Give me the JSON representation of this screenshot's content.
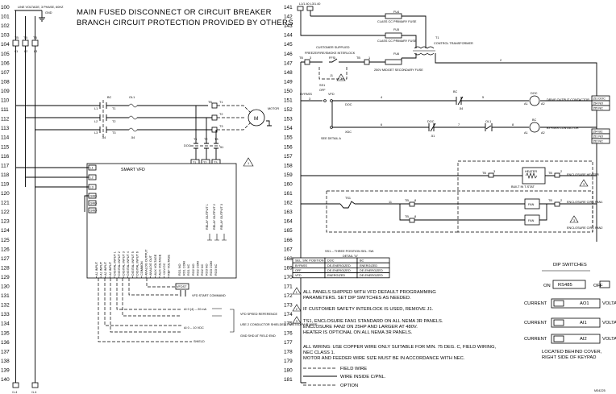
{
  "header": {
    "line1": "MAIN FUSED DISCONNECT OR CIRCUIT BREAKER",
    "line2": "BRANCH CIRCUIT PROTECTION PROVIDED BY OTHERS"
  },
  "left_rungs": [
    "100",
    "101",
    "102",
    "103",
    "104",
    "105",
    "106",
    "107",
    "108",
    "109",
    "110",
    "111",
    "112",
    "113",
    "114",
    "115",
    "116",
    "117",
    "118",
    "119",
    "120",
    "121",
    "122",
    "123",
    "124",
    "125",
    "126",
    "127",
    "128",
    "129",
    "130",
    "131",
    "132",
    "133",
    "134",
    "135",
    "136",
    "137",
    "138",
    "139",
    "140"
  ],
  "right_rungs": [
    "141",
    "142",
    "143",
    "144",
    "145",
    "146",
    "147",
    "148",
    "149",
    "150",
    "151",
    "152",
    "153",
    "154",
    "155",
    "156",
    "157",
    "158",
    "159",
    "160",
    "161",
    "162",
    "163",
    "164",
    "165",
    "166",
    "167",
    "168",
    "169",
    "170",
    "171",
    "172",
    "173",
    "174",
    "175",
    "176",
    "177",
    "178",
    "179",
    "180",
    "181"
  ],
  "supply": {
    "label": "LINE VOLTAGE, 3 PHASE, 60HZ",
    "gnd": "GND"
  },
  "left_labels": {
    "tb": "TB",
    "l1": "L1",
    "l2": "L2",
    "l3": "L3",
    "t1": "T1",
    "t2": "T2",
    "t3": "T3",
    "bc": "BC",
    "ol1": "OL1",
    "doc": "DOC",
    "c5": ".5",
    "c51": ".51",
    "c54": ".54",
    "motor": "M",
    "motor_tag": "MOTOR",
    "vfd_title": "SMART VFD",
    "vfd_terminals": [
      "L1",
      "L2",
      "L3",
      "GND",
      "GND",
      "GND"
    ],
    "vfd_out": [
      "T1",
      "T2",
      "T3"
    ],
    "relay_out": [
      "RELAY OUTPUT 1",
      "RELAY OUTPUT 2",
      "RELAY OUTPUT 3"
    ],
    "vfd_io": [
      "A1 INPUT",
      "A1 INPUT",
      "A2 INPUT",
      "A2 INPUT",
      "DIGITAL INPUT 1",
      "DIGITAL INPUT 2",
      "DIGITAL INPUT 3",
      "DIGITAL INPUT 4",
      "DIGITAL INPUT 5",
      "DIGITAL INPUT 6",
      "COMMON",
      "ANALOG OUTPUT",
      "ANALOG OUT",
      "AUX VOLTAGE",
      "AUX VOLTAGE",
      "+24V DC",
      "REF VOLTAGE"
    ],
    "relay_terms": [
      "RO1 NO",
      "RO1 COM",
      "RO1 NC",
      "RO2 NO",
      "RO2 COM",
      "RO2 NC",
      "RO3 NO",
      "RO3 COM",
      "RO3 NC"
    ],
    "vfd_start": "VFDST",
    "start_cmd": "VFD START COMMAND",
    "speed_ref": "VFD SPEED REFERENCE",
    "ai_ma": "AI 0 (4) -- 20 mA",
    "ai_vdc": "AI 0 -- 10 VDC",
    "shield_wire": "USE 2 CONDUCTOR SHIELDED TWISTED PAIR WIRE",
    "shield": "SHIELD",
    "gnd_shd": "GND SHD AT FIELD END",
    "l1_bottom": "L1",
    "l3_bottom": "L3",
    "bot_l1": "/1.4",
    "bot_l3": "/1.4"
  },
  "right_labels": {
    "top": "L1/1.40  L3/1.40",
    "fu4": "FU4",
    "fu4_d": "CLASS CC PRIMARY FUSE",
    "fu5": "FU5",
    "fu5_d": "CLASS CC PRIMARY FUSE",
    "t1": "T1",
    "t1_d": "CONTROL TRANSFORMER",
    "cust": "CUSTOMER SUPPLIED",
    "freeze": "FREEZE/FIRE/SMOKE INTERLOCK",
    "ffsi": "FFSI",
    "fu6": "FU6",
    "fu6_d": "250V MIDGET SECONDARY FUSE",
    "tb": "TB",
    "n3": "3",
    "n1": "1",
    "n2": "2",
    "j1": "J1",
    "ss1": "SS1",
    "off": "OFF",
    "bypass": "BYPASS",
    "vfd": "VFD",
    "doc": "DOC",
    "xdc": "XDC",
    "bc": "BC",
    "ol1": "OL1",
    "see_detail": "SEE DETAIL A",
    "drive_out": "DRIVE OUTPUT CONTACTOR",
    "bypass_c": "BYPASS CONTACTOR",
    "w4": "4",
    "w5": "5",
    "w6": "6",
    "w7": "7",
    "w8": "8",
    "a1": "A1",
    "a2": "A2",
    "tb1": "TB",
    "tb2": "TB",
    "heater": "HEATER",
    "heater_d": "BUILT IN T-STAT",
    "enc_heater": "ENCLOSURE HEATER",
    "ts1": "TS1",
    "w11": "11",
    "fan": "FAN",
    "fan1": "ENCLOSURE CIRC FAN1",
    "fan2": "ENCLOSURE CIRC FAN2",
    "tb8": "8",
    "tb7": "7",
    "tb9": "9"
  },
  "small_tables": [
    {
      "rows": [
        "151 DOC",
        "154 NO",
        "155 NC"
      ]
    },
    {
      "rows": [
        "154 BC",
        "151 NO",
        "152 NC"
      ]
    }
  ],
  "detail": {
    "title": "SS1 -- THREE POSITION SEL. SW.",
    "subtitle": "DETAIL \"A\"",
    "headers": [
      "SEL. SW. POSITION",
      "DOC",
      "BC"
    ],
    "rows": [
      [
        "BYPASS",
        "DE-ENERGIZED",
        "ENERGIZED"
      ],
      [
        "OFF",
        "DE-ENERGIZED",
        "DE-ENERGIZED"
      ],
      [
        "VFD",
        "ENERGIZED",
        "DE-ENERGIZED"
      ]
    ]
  },
  "notes": [
    {
      "num": "1",
      "text": "ALL PANELS SHIPPED WITH VFD DEFAULT PROGRAMMING PARAMETERS. SET DIP SWITCHES AS NEEDED."
    },
    {
      "num": "2",
      "text": "IF CUSTOMER SAFETY INTERLOCK IS USED, REMOVE J1."
    },
    {
      "num": "3",
      "text": "TS1, ENCLOSURE FAN1 STANDARD ON ALL NEMA 3R PANELS. ENCLOSURE FAN2 ON 25HP AND LARGER AT 480V. HEATER IS OPTIONAL ON ALL NEMA 3R PANELS."
    },
    {
      "num": "",
      "text": "ALL WIRING: USE COPPER WIRE ONLY SUITABLE FOR MIN. 75 DEG. C, FIELD WIRING, NEC CLASS 1. MOTOR AND FEEDER WIRE SIZE MUST BE IN ACCORDANCE WITH NEC."
    }
  ],
  "note_lines": [
    "ALL PANELS SHIPPED WITH VFD DEFAULT PROGRAMMING",
    "PARAMETERS. SET DIP SWITCHES AS NEEDED.",
    "IF CUSTOMER SAFETY INTERLOCK IS USED, REMOVE J1.",
    "TS1, ENCLOSURE FAN1 STANDARD ON ALL NEMA 3R PANELS.",
    "ENCLOSURE FAN2 ON 25HP AND LARGER AT 480V.",
    "HEATER IS OPTIONAL ON ALL NEMA 3R PANELS.",
    "ALL WIRING: USE COPPER WIRE ONLY SUITABLE FOR MIN. 75 DEG. C, FIELD WIRING,",
    "NEC CLASS 1.",
    "MOTOR AND FEEDER WIRE SIZE MUST BE IN ACCORDANCE WITH NEC."
  ],
  "legend": [
    {
      "style": "dash",
      "label": "FIELD WIRE"
    },
    {
      "style": "solid",
      "label": "WIRE INSIDE C/PNL."
    },
    {
      "style": "dash",
      "label": "OPTION"
    }
  ],
  "dip": {
    "title": "DIP SWITCHES",
    "rs485_on": "ON",
    "rs485": "RS485",
    "rs485_off": "OFF",
    "rows": [
      {
        "left": "CURRENT",
        "name": "AO1",
        "right": "VOLTAGE"
      },
      {
        "left": "CURRENT",
        "name": "AI1",
        "right": "VOLTAGE"
      },
      {
        "left": "CURRENT",
        "name": "AI2",
        "right": "VOLTAGE"
      }
    ],
    "footer1": "LOCATED BEHIND COVER,",
    "footer2": "RIGHT SIDE OF KEYPAD"
  },
  "drawing_no": "M34225"
}
